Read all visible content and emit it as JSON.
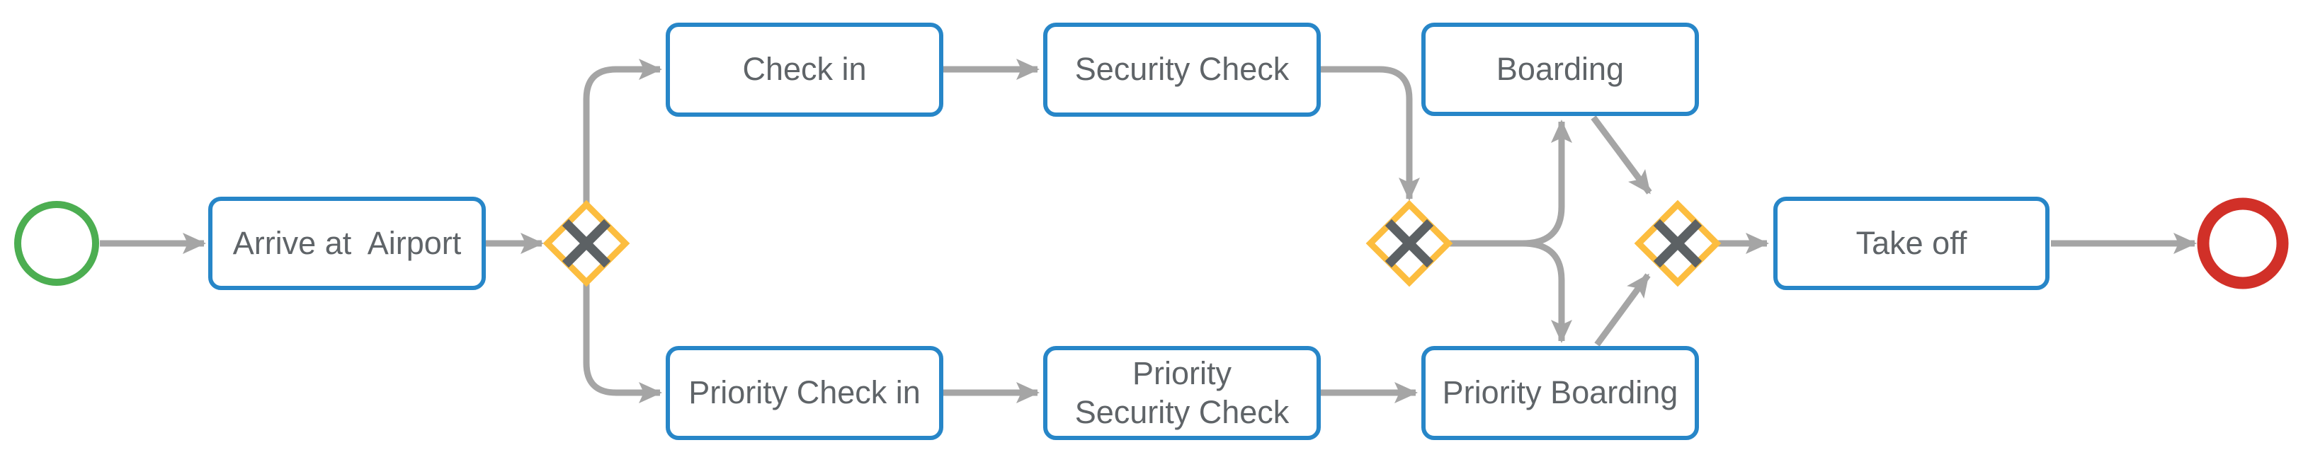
{
  "diagram": {
    "type": "bpmn-process-flowchart",
    "events": {
      "start": {
        "name": "start-event",
        "shape": "circle",
        "color": "#4cae51"
      },
      "end": {
        "name": "end-event",
        "shape": "circle",
        "color": "#d13028"
      }
    },
    "tasks": {
      "arrive": {
        "label": "Arrive at  Airport"
      },
      "check_in": {
        "label": "Check in"
      },
      "security_check": {
        "label": "Security Check"
      },
      "boarding": {
        "label": "Boarding"
      },
      "take_off": {
        "label": "Take off"
      },
      "priority_check_in": {
        "label": "Priority Check in"
      },
      "priority_security_check": {
        "label": "Priority\nSecurity Check"
      },
      "priority_boarding": {
        "label": "Priority Boarding"
      }
    },
    "gateways": [
      {
        "id": "gateway-1",
        "type": "exclusive-gateway",
        "symbol": "X"
      },
      {
        "id": "gateway-2",
        "type": "exclusive-gateway",
        "symbol": "X"
      },
      {
        "id": "gateway-3",
        "type": "exclusive-gateway",
        "symbol": "X"
      }
    ],
    "connections": [
      "start → Arrive at Airport",
      "Arrive at Airport → gateway-1",
      "gateway-1 → Check in",
      "gateway-1 → Priority Check in",
      "Check in → Security Check",
      "Security Check → gateway-2",
      "Priority Check in → Priority Security Check",
      "Priority Security Check → Priority Boarding",
      "gateway-2 → Boarding",
      "gateway-2 → Priority Boarding",
      "Boarding → gateway-3",
      "Priority Boarding → gateway-3",
      "gateway-3 → Take off",
      "Take off → end"
    ],
    "colors": {
      "task_border": "#2786c8",
      "task_text": "#5f6468",
      "connector": "#a5a5a5",
      "gateway_border": "#fcbd3f",
      "gateway_x": "#5c6164",
      "start_event": "#4cae51",
      "end_event": "#d13028",
      "background": "#ffffff"
    }
  }
}
